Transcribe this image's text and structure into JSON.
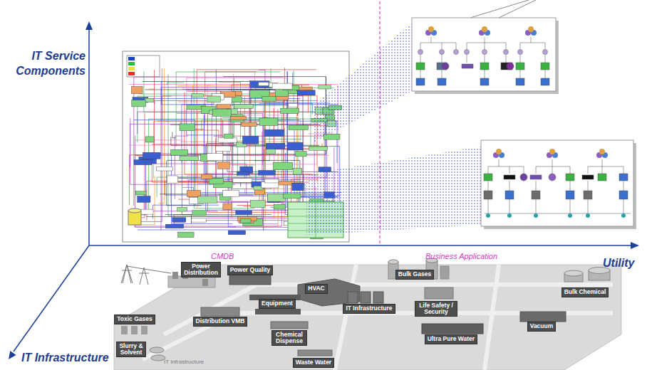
{
  "diagram": {
    "nodes": [
      {
        "text": [
          "Power Distribution"
        ]
      },
      {
        "text": [
          "Power Quality"
        ]
      },
      {
        "text": [
          "Bulk Gases"
        ]
      },
      {
        "text": [
          "Bulk Chemical"
        ]
      },
      {
        "text": [
          "HVAC"
        ]
      },
      {
        "text": [
          "Equipment"
        ]
      },
      {
        "text": [
          "IT Infrastructure"
        ]
      },
      {
        "text": [
          "Life Safety / Security"
        ]
      },
      {
        "text": [
          "Toxic Gases"
        ]
      },
      {
        "text": [
          "Distribution VMB"
        ]
      },
      {
        "text": [
          "Vacuum"
        ]
      },
      {
        "text": [
          "Chemical Dispense"
        ]
      },
      {
        "text": [
          "Ultra Pure Water"
        ]
      },
      {
        "text": [
          "Slurry & Solvent"
        ]
      },
      {
        "text": [
          "Waste Water"
        ]
      }
    ],
    "labels": [
      "IT Service Components",
      "Utility",
      "IT Infrastructure",
      "CMDB",
      "Business Application",
      "IT Infrastructure"
    ]
  }
}
